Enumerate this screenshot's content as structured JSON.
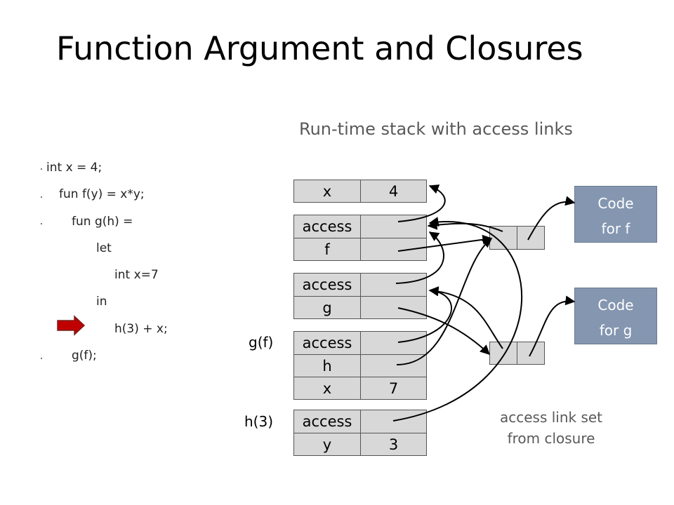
{
  "title": "Function Argument and Closures",
  "subtitle": "Run-time stack with access links",
  "code": [
    "int x = 4;",
    "fun f(y) = x*y;",
    "fun g(h) =",
    "let",
    "int x=7",
    "in",
    "h(3) + x;",
    "g(f);"
  ],
  "stack": {
    "frame1": {
      "name": "x",
      "value": "4"
    },
    "frame2": {
      "access": "access",
      "f": "f"
    },
    "frame3": {
      "access": "access",
      "g": "g"
    },
    "frame4": {
      "label": "g(f)",
      "access": "access",
      "h": "h",
      "x": "x",
      "x_value": "7"
    },
    "frame5": {
      "label": "h(3)",
      "access": "access",
      "y": "y",
      "y_value": "3"
    }
  },
  "code_boxes": {
    "f": {
      "line1": "Code",
      "line2": "for f"
    },
    "g": {
      "line1": "Code",
      "line2": "for g"
    }
  },
  "caption": {
    "line1": "access link set",
    "line2": "from closure"
  },
  "colors": {
    "code_box": "#8496b0",
    "cell": "#d8d8d8",
    "current_line_arrow": "#c00000"
  }
}
